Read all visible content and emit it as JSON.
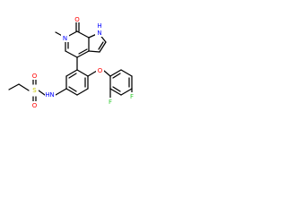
{
  "molecule": {
    "atom_labels": {
      "O_carbonyl": "O",
      "NH_pyrrole": "N",
      "H_pyrrole": "H",
      "N_pyridone": "N",
      "O_ether": "O",
      "F_ortho": "F",
      "F_para": "F",
      "S_sulfonyl": "S",
      "O_sulfonyl_top": "O",
      "O_sulfonyl_bottom": "O",
      "NH_sulfonamide": "H",
      "N_sulfonamide": "N"
    },
    "colors": {
      "oxygen": "#ff0000",
      "nitrogen": "#0000ff",
      "fluorine": "#33cc33",
      "sulfur": "#cccc00",
      "carbon": "#000000"
    }
  }
}
